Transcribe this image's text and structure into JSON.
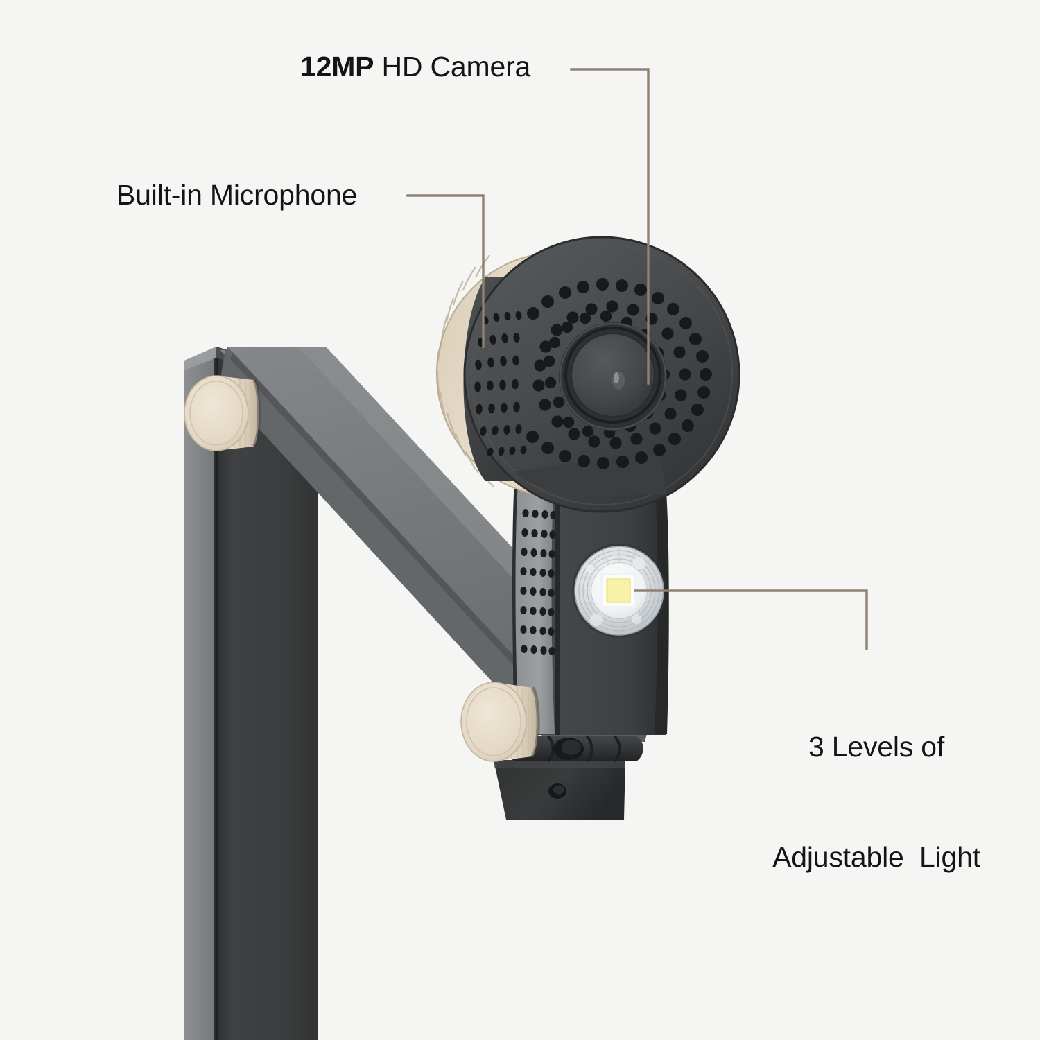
{
  "page": {
    "background_color": "#f5f5f4",
    "product": "adjustable-arm document camera",
    "text_color": "#141414",
    "leader_line_color": "#8e8271"
  },
  "callouts": [
    {
      "id": "camera",
      "label_bold": "12MP",
      "label_rest": " HD Camera",
      "target": "camera-lens"
    },
    {
      "id": "microphone",
      "label": "Built-in Microphone",
      "target": "side-microphone-grille"
    },
    {
      "id": "light",
      "label_line1": "3 Levels of",
      "label_line2": "Adjustable  Light",
      "target": "led-light"
    }
  ],
  "product_colors": {
    "body_dark": "#3d3f40",
    "body_mid": "#7b7e7f",
    "body_light": "#9a9d9e",
    "knob_gold": "#e8ddca",
    "knob_gold_shade": "#cdc0a9",
    "led_lens": "#e3e6e8",
    "led_chip": "#f2e88a",
    "grille_hole": "#141414"
  },
  "product_parts": [
    {
      "name": "camera-head",
      "desc": "circular head with dot grille and central lens"
    },
    {
      "name": "camera-lens",
      "desc": "central raised lens boss with concentric rings"
    },
    {
      "name": "gold-ring",
      "desc": "ribbed gold accent ring behind head"
    },
    {
      "name": "side-microphone-grille",
      "desc": "curved grid of dots on head side"
    },
    {
      "name": "neck-grille",
      "desc": "vertical grid of dots on neck strip"
    },
    {
      "name": "led-light",
      "desc": "round LED lens with square chip"
    },
    {
      "name": "upper-knob",
      "desc": "ribbed gold tension knob at upper joint"
    },
    {
      "name": "lower-knob",
      "desc": "ribbed gold tension knob at lower joint"
    },
    {
      "name": "diagonal-arm",
      "desc": "angled support arm"
    },
    {
      "name": "vertical-post",
      "desc": "vertical stand column"
    },
    {
      "name": "base-bracket",
      "desc": "hinged base plate with screw hole"
    }
  ]
}
